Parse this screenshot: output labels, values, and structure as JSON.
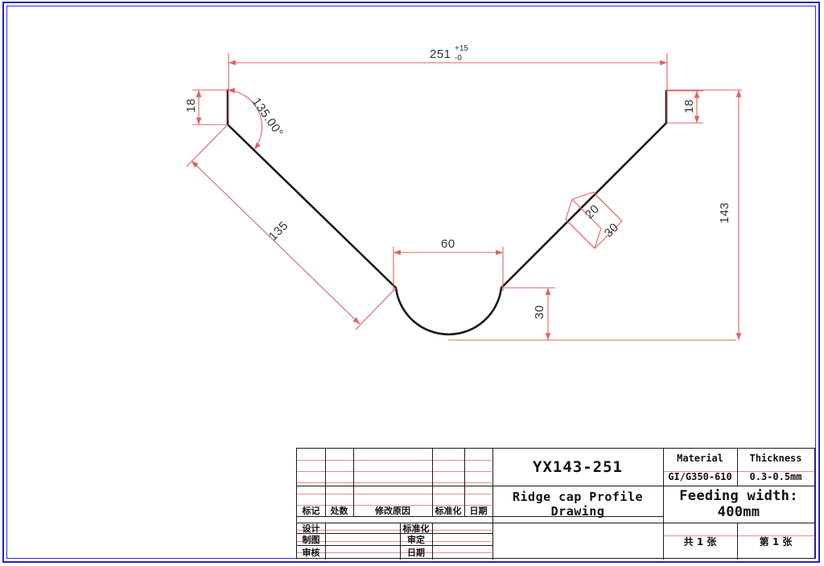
{
  "drawing": {
    "part_number": "YX143-251",
    "description": "Ridge cap Profile Drawing",
    "feeding_width": "Feeding width: 400mm",
    "material_header": "Material",
    "material_value": "GI/G350-610",
    "thickness_header": "Thickness",
    "thickness_value": "0.3-0.5mm",
    "total_sheets": "共 1 张",
    "sheet_number": "第 1 张"
  },
  "revision_table": {
    "headers": [
      "标记",
      "处数",
      "修改原因",
      "标准化",
      "日期"
    ],
    "signature_rows": [
      {
        "role": "设计",
        "name": "",
        "role2": "标准化",
        "name2": ""
      },
      {
        "role": "制图",
        "name": "",
        "role2": "审定",
        "name2": ""
      },
      {
        "role": "审核",
        "name": "",
        "role2": "日期",
        "name2": ""
      }
    ]
  },
  "dimensions": {
    "overall_width": "251",
    "overall_width_tol_upper": "+15",
    "overall_width_tol_lower": "-0",
    "overall_height": "143",
    "left_flange": "18",
    "right_flange": "18",
    "left_slope": "135",
    "bend_angle": "135.00°",
    "pan_width": "60",
    "pan_depth": "30",
    "rib_top": "20",
    "rib_base": "30"
  },
  "colors": {
    "frame": "#2020d8",
    "profile": "#1a1a1a",
    "dimension": "#e36060",
    "table_line": "#1a1a1a",
    "table_guide": "#e98b8b"
  }
}
